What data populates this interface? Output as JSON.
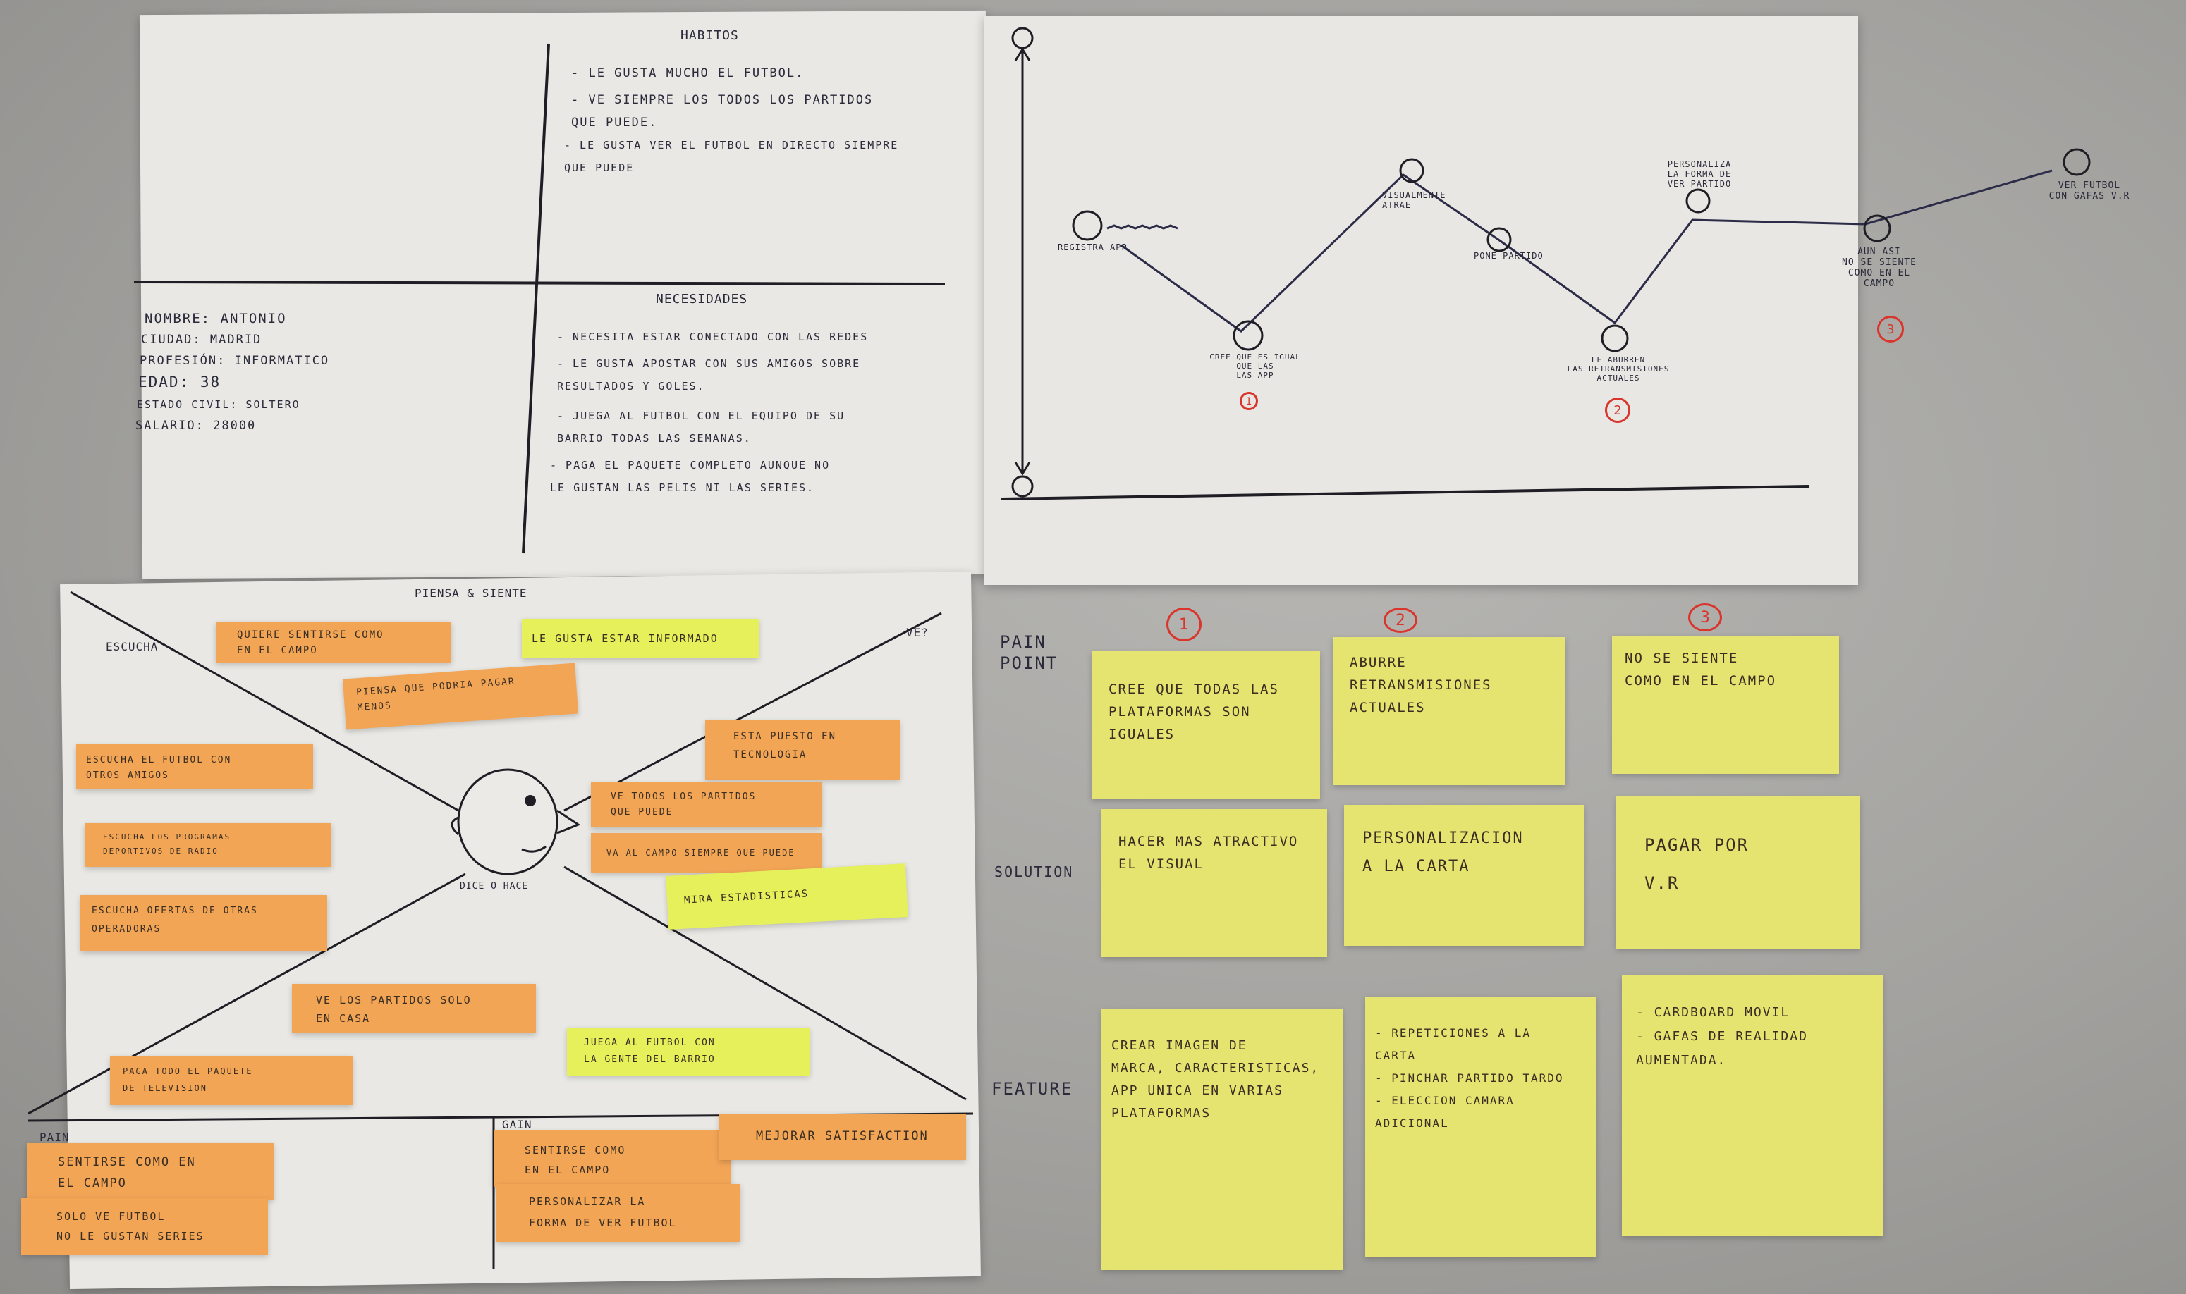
{
  "persona": {
    "habits_title": "Habitos",
    "habits": [
      "- Le gusta mucho el futbol.",
      "- Ve siempre los todos los partidos\nque puede.",
      "- Le gusta ver el futbol en directo siempre\nque puede"
    ],
    "profile": [
      "Nombre: Antonio",
      "Ciudad: Madrid",
      "Profesión: Informatico",
      "Edad: 38",
      "Estado civil: Soltero",
      "Salario: 28000"
    ],
    "needs_title": "Necesidades",
    "needs": [
      "- Necesita estar conectado con las redes",
      "- Le gusta apostar con sus amigos sobre\nresultados y goles.",
      "- Juega al futbol con el equipo de su\nbarrio todas las semanas.",
      "- Paga el paquete completo aunque no\nle gustan las pelis ni las series."
    ]
  },
  "journey": {
    "happy_face": "☺",
    "sad_face": "☹",
    "points": [
      {
        "label": "Registra app",
        "mood": "neutral"
      },
      {
        "label": "Cree que es igual que las\nlas app",
        "mood": "sad",
        "num": "1"
      },
      {
        "label": "Visualmente\natrae",
        "mood": "happy"
      },
      {
        "label": "Pone partido",
        "mood": "neutral"
      },
      {
        "label": "Le aburren\nlas retransmisiones\nactuales",
        "mood": "sad",
        "num": "2"
      },
      {
        "label": "Personaliza\nla forma de\nver partido",
        "mood": "happy"
      },
      {
        "label": "Aun asi\nno se siente\ncomo en el\ncampo",
        "mood": "neutral",
        "num": "3"
      },
      {
        "label": "Ver futbol\ncon gafas V.R",
        "mood": "happy"
      }
    ]
  },
  "empathy": {
    "top_label": "Piensa & siente",
    "left_label": "Escucha",
    "right_label": "Ve?",
    "center_label": "Dice o hace",
    "notes": [
      {
        "text": "Quiere sentirse como\nen el campo",
        "color": "orange"
      },
      {
        "text": "Le gusta estar informado",
        "color": "lime"
      },
      {
        "text": "Piensa que podria pagar\nmenos",
        "color": "orange"
      },
      {
        "text": "Esta puesto en\ntecnologia",
        "color": "orange"
      },
      {
        "text": "Escucha el futbol con\notros amigos",
        "color": "orange"
      },
      {
        "text": "Ve todos los partidos\nque puede",
        "color": "orange"
      },
      {
        "text": "Escucha los programas\ndeportivos de radio",
        "color": "orange"
      },
      {
        "text": "Va al campo siempre que puede",
        "color": "orange"
      },
      {
        "text": "Mira estadisticas",
        "color": "lime"
      },
      {
        "text": "Escucha ofertas de otras\noperadoras",
        "color": "orange"
      },
      {
        "text": "Ve los partidos solo\nen casa",
        "color": "orange"
      },
      {
        "text": "Juega al futbol con\nla gente del barrio",
        "color": "lime"
      },
      {
        "text": "Paga todo el paquete\nde television",
        "color": "orange"
      }
    ],
    "pain_label": "Pain",
    "pain_notes": [
      "Sentirse como en\nel campo",
      "Solo ve futbol\nno le gustan series"
    ],
    "gain_label": "Gain",
    "gain_notes": [
      "Sentirse como\nen el campo",
      "Personalizar la\nforma de ver futbol",
      "Mejorar satisfaction"
    ]
  },
  "matrix": {
    "row_labels": [
      "Pain\npoint",
      "Solution",
      "Feature"
    ],
    "column_numbers": [
      "1",
      "2",
      "3"
    ],
    "pain_points": [
      "Cree que todas las\nplataformas son\niguales",
      "Aburre retransmisiones\nactuales",
      "No se siente\ncomo en el campo"
    ],
    "solutions": [
      "Hacer mas atractivo\nel visual",
      "Personalizacion\na la carta",
      "Pagar por\nV.R"
    ],
    "features": [
      "Crear imagen de\nmarca, caracteristicas,\napp unica en varias\nplataformas",
      "- Repeticiones a la\ncarta\n- Pinchar partido tardo\n- Eleccion camara\nadicional",
      "- Cardboard movil\n- Gafas de realidad\naumentada."
    ]
  }
}
